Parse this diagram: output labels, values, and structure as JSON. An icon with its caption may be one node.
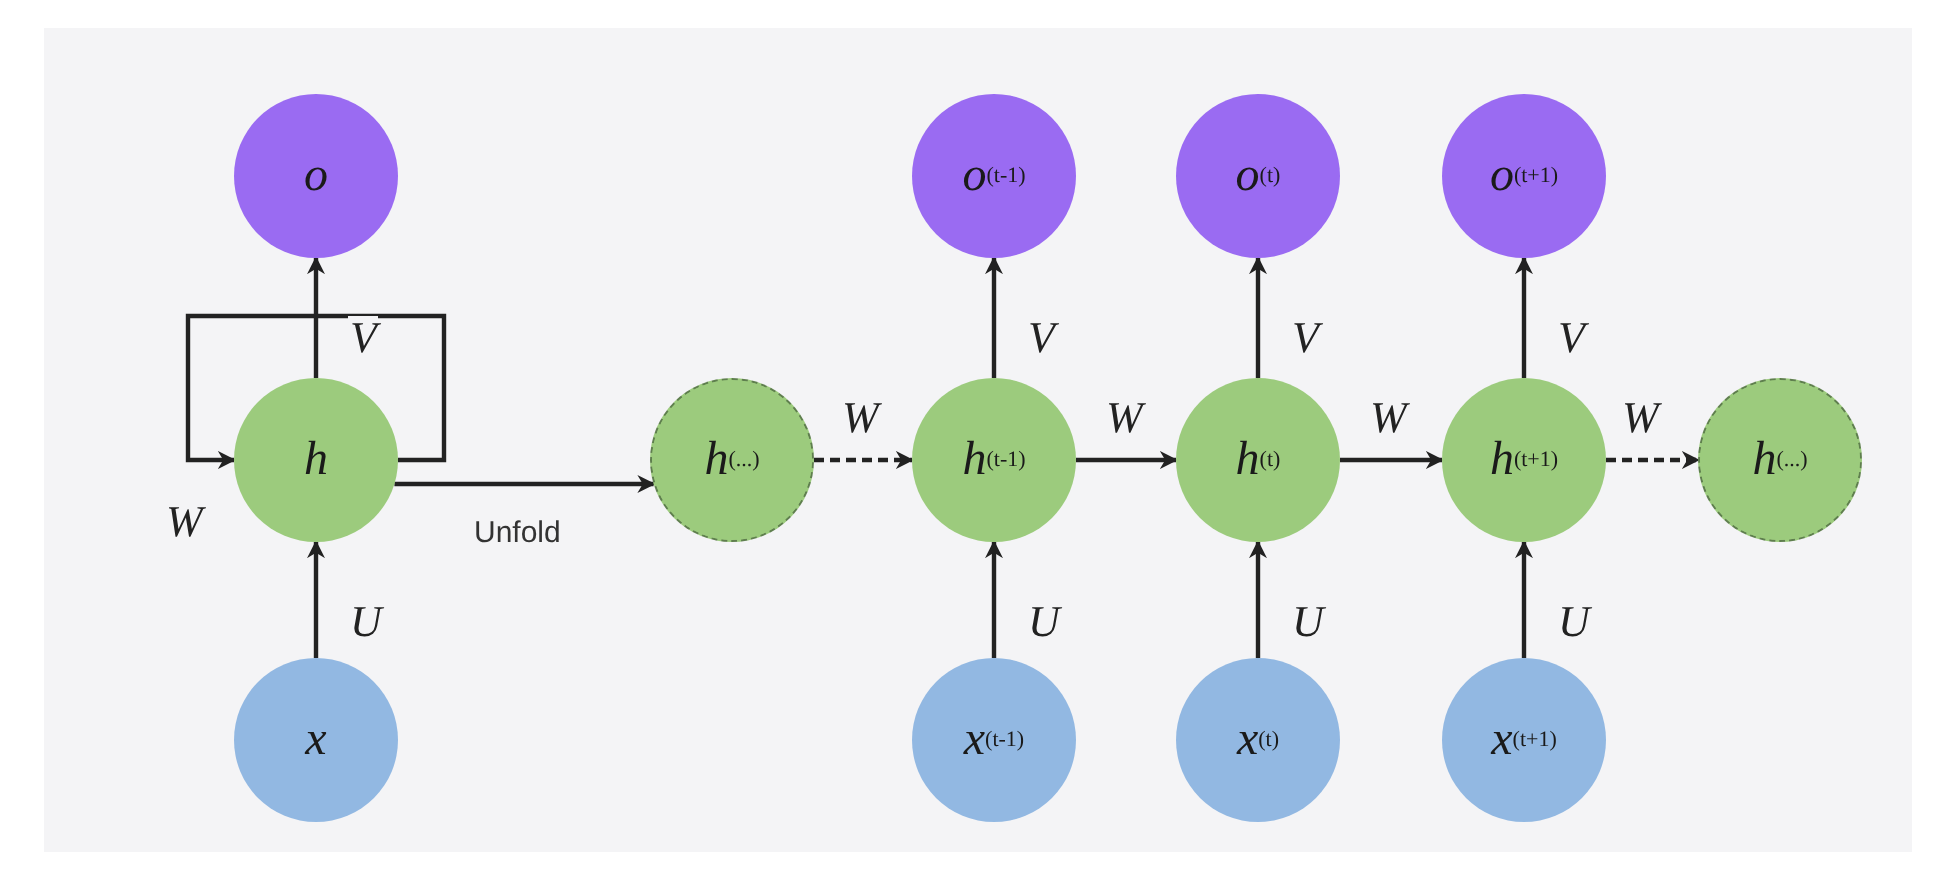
{
  "diagram": {
    "nodes": [
      {
        "text": [
          "o"
        ]
      },
      {
        "text": [
          "h"
        ]
      },
      {
        "text": [
          "x"
        ]
      },
      {
        "text": [
          "h$^{(...)}$"
        ]
      },
      {
        "text": [
          "o$^{(t-1)}$"
        ]
      },
      {
        "text": [
          "h$^{(t-1)}$"
        ]
      },
      {
        "text": [
          "x$^{(t-1)}$"
        ]
      },
      {
        "text": [
          "o$^{(t)}$"
        ]
      },
      {
        "text": [
          "h$^{(t)}$"
        ]
      },
      {
        "text": [
          "x$^{(t)}$"
        ]
      },
      {
        "text": [
          "o$^{(t+1)}$"
        ]
      },
      {
        "text": [
          "h$^{(t+1)}$"
        ]
      },
      {
        "text": [
          "x$^{(t+1)}$"
        ]
      },
      {
        "text": [
          "h$^{(...)}$"
        ]
      }
    ],
    "edges": [
      {
        "from": 1,
        "to": 0,
        "arrow": "to",
        "label": "V"
      },
      {
        "from": 1,
        "to": 1,
        "arrow": "to",
        "label": "W"
      },
      {
        "from": 2,
        "to": 1,
        "arrow": "to",
        "label": "U"
      },
      {
        "from": 1,
        "to": 3,
        "arrow": "to",
        "label": "Unfold"
      },
      {
        "from": 3,
        "to": 5,
        "arrow": "to",
        "label": "W",
        "style": "dashed"
      },
      {
        "from": 5,
        "to": 4,
        "arrow": "to",
        "label": "V"
      },
      {
        "from": 6,
        "to": 5,
        "arrow": "to",
        "label": "U"
      },
      {
        "from": 5,
        "to": 8,
        "arrow": "to",
        "label": "W"
      },
      {
        "from": 8,
        "to": 7,
        "arrow": "to",
        "label": "V"
      },
      {
        "from": 9,
        "to": 8,
        "arrow": "to",
        "label": "U"
      },
      {
        "from": 8,
        "to": 11,
        "arrow": "to",
        "label": "W"
      },
      {
        "from": 11,
        "to": 10,
        "arrow": "to",
        "label": "V"
      },
      {
        "from": 12,
        "to": 11,
        "arrow": "to",
        "label": "U"
      },
      {
        "from": 11,
        "to": 13,
        "arrow": "to",
        "label": "W",
        "style": "dashed"
      }
    ]
  }
}
